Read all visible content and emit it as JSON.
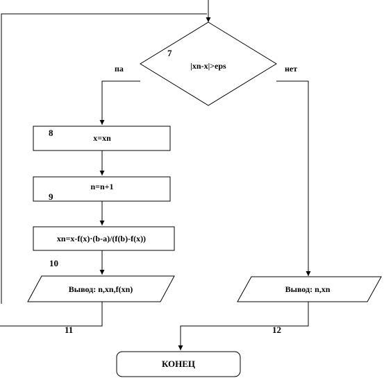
{
  "flowchart": {
    "decision": {
      "number": "7",
      "condition": "|xn-x|>eps",
      "yes_label": "па",
      "no_label": "нет"
    },
    "blocks": [
      {
        "number": "8",
        "text": "x=xn"
      },
      {
        "number": "9",
        "text": "n=n+1"
      },
      {
        "number": "10",
        "text": "xn=x-f(x)·(b-a)/(f(b)-f(x))"
      }
    ],
    "outputs": {
      "left": {
        "text": "Вывод: n,xn,f(xn)"
      },
      "right": {
        "text": "Вывод: n,xn"
      }
    },
    "connectors": {
      "left": "11",
      "right": "12"
    },
    "terminator": {
      "text": "КОНЕЦ"
    }
  }
}
